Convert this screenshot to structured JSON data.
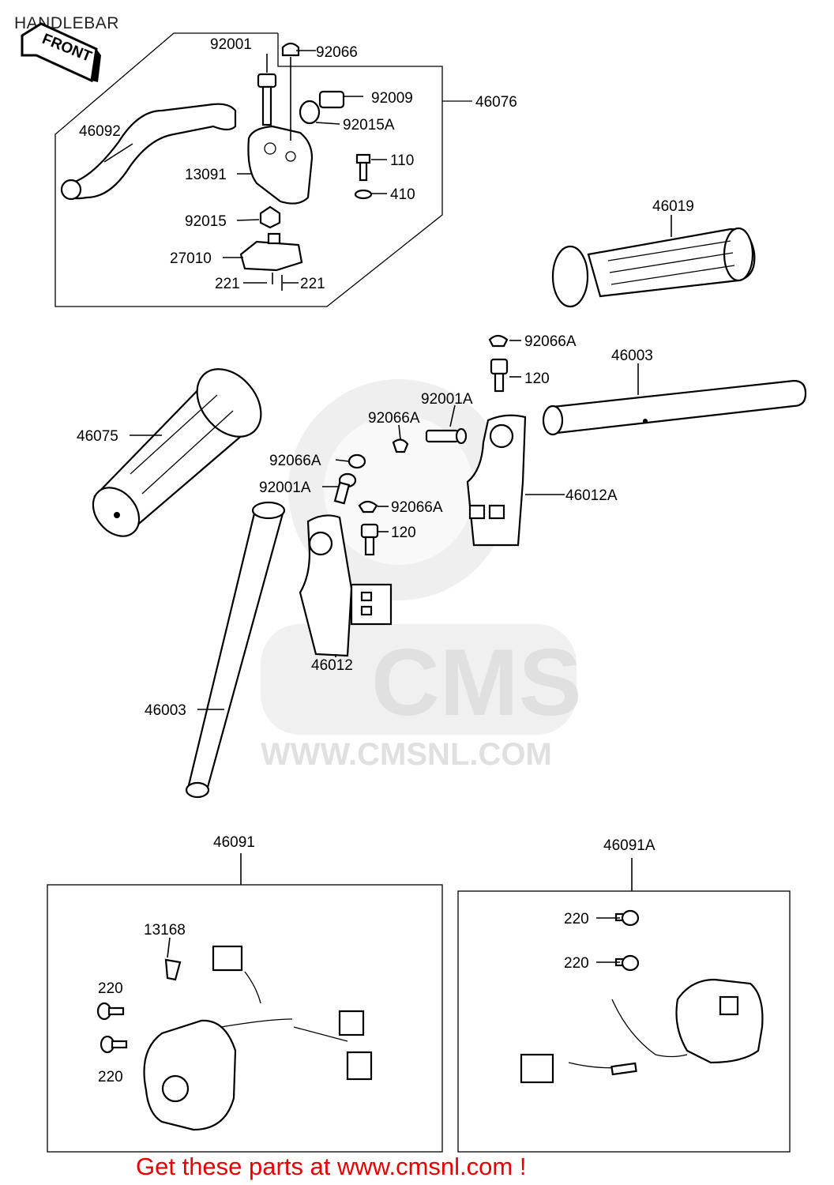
{
  "title": "HANDLEBAR",
  "front_label": "FRONT",
  "watermark": {
    "brand": "CMS",
    "url": "WWW.CMSNL.COM"
  },
  "footer": "Get these parts at www.cmsnl.com !",
  "parts": {
    "p92001": "92001",
    "p92066": "92066",
    "p92009": "92009",
    "p46076": "46076",
    "p92015A": "92015A",
    "p46092": "46092",
    "p110": "110",
    "p13091": "13091",
    "p410": "410",
    "p92015": "92015",
    "p27010": "27010",
    "p221a": "221",
    "p221b": "221",
    "p46019": "46019",
    "p92066A_top": "92066A",
    "p120_top": "120",
    "p46003_top": "46003",
    "p92001A_top": "92001A",
    "p92066A_mid": "92066A",
    "p46075": "46075",
    "p92066A_left": "92066A",
    "p46012A": "46012A",
    "p92001A_left": "92001A",
    "p92066A_low": "92066A",
    "p120_low": "120",
    "p46012": "46012",
    "p46003_low": "46003",
    "p46091": "46091",
    "p46091A": "46091A",
    "p13168": "13168",
    "p220_l1": "220",
    "p220_l2": "220",
    "p220_r1": "220",
    "p220_r2": "220"
  }
}
